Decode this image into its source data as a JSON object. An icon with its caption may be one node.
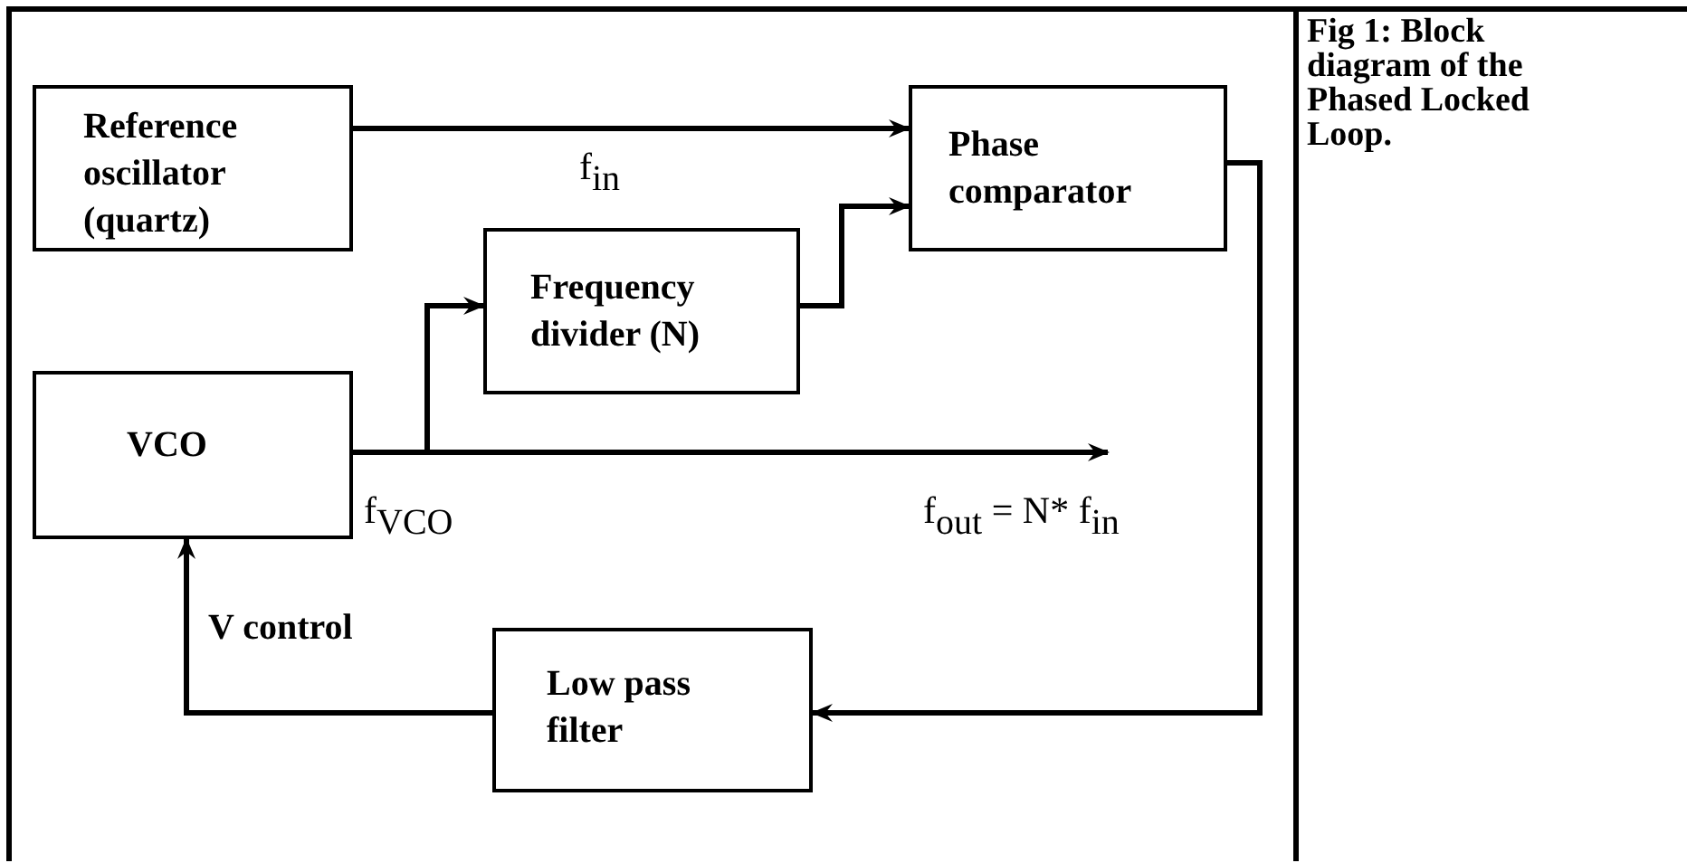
{
  "diagram": {
    "caption": "Fig 1: Block diagram of the Phased Locked Loop.",
    "nodes": [
      {
        "text": [
          "Reference oscillator (quartz)"
        ]
      },
      {
        "text": [
          "Phase comparator"
        ]
      },
      {
        "text": [
          "Frequency divider (N)"
        ]
      },
      {
        "text": [
          "VCO"
        ],
        "beside": [
          "f$_{VCO}$"
        ]
      },
      {
        "text": [
          "Low pass filter"
        ]
      }
    ],
    "edges": [
      {
        "from": 0,
        "to": 1,
        "arrow": "to",
        "label": "f$_{in}$"
      },
      {
        "from": 2,
        "to": 1,
        "arrow": "to"
      },
      {
        "from": 3,
        "to": 2,
        "arrow": "to"
      },
      {
        "from": 3,
        "to": null,
        "arrow": "to",
        "label": "f$_{out}$ = N* f$_{in}$"
      },
      {
        "from": 1,
        "to": 4,
        "arrow": "to"
      },
      {
        "from": 4,
        "to": 3,
        "arrow": "to",
        "label": "V control"
      }
    ]
  }
}
